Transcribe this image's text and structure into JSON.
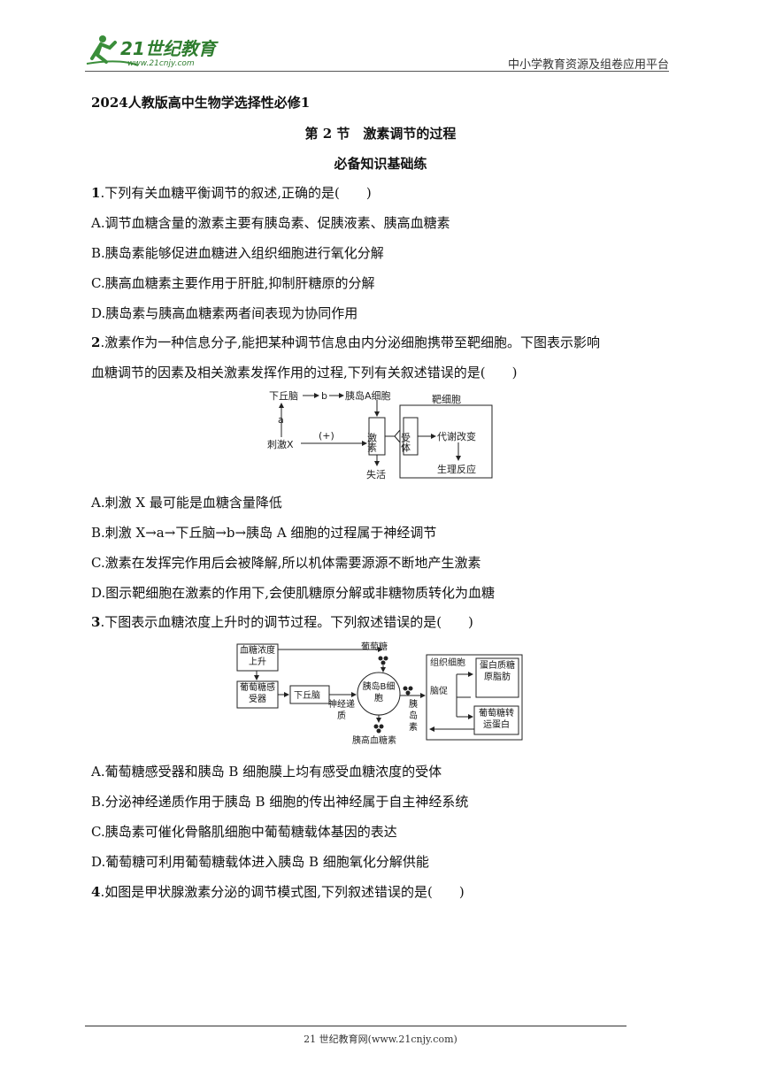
{
  "header": {
    "logo_text": "21世纪教育",
    "logo_url_text": "www.21cnjy.com",
    "platform": "中小学教育资源及组卷应用平台"
  },
  "doc": {
    "book": "2024人教版高中生物学选择性必修1",
    "section": "第 2 节　激素调节的过程",
    "subsection": "必备知识基础练"
  },
  "questions": [
    {
      "num": "1",
      "stem": ".下列有关血糖平衡调节的叙述,正确的是(　　)",
      "options": [
        "A.调节血糖含量的激素主要有胰岛素、促胰液素、胰高血糖素",
        "B.胰岛素能够促进血糖进入组织细胞进行氧化分解",
        "C.胰高血糖素主要作用于肝脏,抑制肝糖原的分解",
        "D.胰岛素与胰高血糖素两者间表现为协同作用"
      ]
    },
    {
      "num": "2",
      "stem_line1": ".激素作为一种信息分子,能把某种调节信息由内分泌细胞携带至靶细胞。下图表示影响",
      "stem_line2": "血糖调节的因素及相关激素发挥作用的过程,下列有关叙述错误的是(　　)",
      "options": [
        "A.刺激 X 最可能是血糖含量降低",
        "B.刺激 X→a→下丘脑→b→胰岛 A 细胞的过程属于神经调节",
        "C.激素在发挥完作用后会被降解,所以机体需要源源不断地产生激素",
        "D.图示靶细胞在激素的作用下,会使肌糖原分解或非糖物质转化为血糖"
      ]
    },
    {
      "num": "3",
      "stem": ".下图表示血糖浓度上升时的调节过程。下列叙述错误的是(　　)",
      "options": [
        "A.葡萄糖感受器和胰岛 B 细胞膜上均有感受血糖浓度的受体",
        "B.分泌神经递质作用于胰岛 B 细胞的传出神经属于自主神经系统",
        "C.胰岛素可催化骨骼肌细胞中葡萄糖载体基因的表达",
        "D.葡萄糖可利用葡萄糖载体进入胰岛 B 细胞氧化分解供能"
      ]
    },
    {
      "num": "4",
      "stem": ".如图是甲状腺激素分泌的调节模式图,下列叙述错误的是(　　)"
    }
  ],
  "diagram1": {
    "hypothalamus": "下丘脑",
    "b": "b",
    "islet_a": "胰岛A细胞",
    "a": "a",
    "stimulus": "刺激X",
    "plus": "(+)",
    "hormone": "激素",
    "inactivate": "失活",
    "target_cell": "靶细胞",
    "receptor": "受体",
    "metabolism": "代谢改变",
    "response": "生理反应"
  },
  "diagram2": {
    "glucose_rise": "血糖浓度上升",
    "glucose": "葡萄糖",
    "sensor": "葡萄糖感受器",
    "hypothalamus": "下丘脑",
    "islet_b": "胰岛B细胞",
    "neurotransmitter": "神经递质",
    "insulin": "胰岛素",
    "glucagon": "胰高血糖素",
    "tissue_cell": "组织细胞",
    "promote": "脑促",
    "products": "蛋白质糖原脂肪",
    "transporter": "葡萄糖转运蛋白"
  },
  "footer": {
    "text": "21 世纪教育网(www.21cnjy.com)"
  }
}
